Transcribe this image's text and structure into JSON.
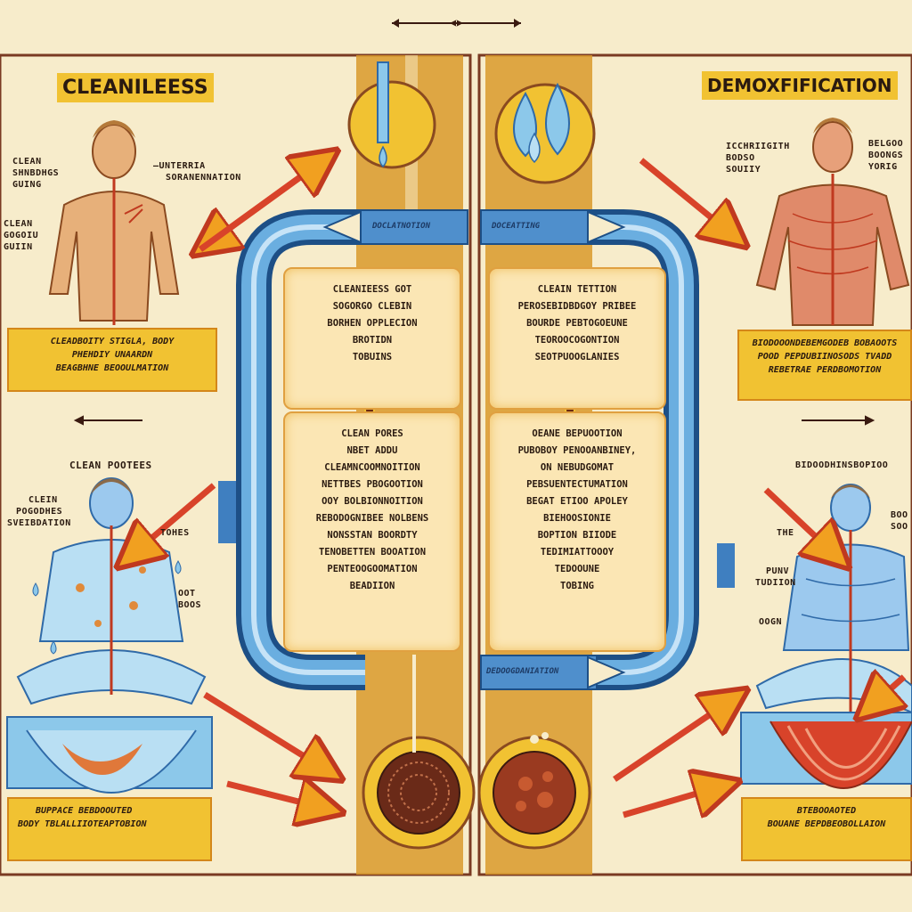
{
  "header": {
    "left_title": "CLEANILEESS",
    "right_title": "DEMOXFIFICATION"
  },
  "left_top": {
    "labels_a": [
      "CLEAN",
      "SHNBDHGS",
      "GUING"
    ],
    "labels_b": [
      "CLEAN",
      "GOGOIU",
      "GUIIN"
    ],
    "labels_c": [
      "—UNTERRIA",
      "SORANENNATION"
    ],
    "band": [
      "CLEADBOITY STIGLA, BODY",
      "PHEHDIY UNAARDN",
      "BEAGBHNE BEOOULMATION"
    ]
  },
  "right_top": {
    "labels_a": [
      "ICCHRIIGITH",
      "BODSO",
      "SOUIIY"
    ],
    "labels_b": [
      "BELGOO",
      "BOONGS",
      "YORIG"
    ],
    "band": [
      "BIODOOONDEBEMGODEB BOBAOOTS",
      "POOD PEPDUBIINOSODS TVADD",
      "REBETRAE PERDBOMOTION"
    ]
  },
  "left_bottom": {
    "heading": "CLEAN POOTEES",
    "labels_a": [
      "CLEIN",
      "POGODHES",
      "SVEIBDATION"
    ],
    "labels_b": [
      "TOHES"
    ],
    "labels_c": [
      "OOT",
      "BOOS"
    ],
    "band": [
      "BUPPACE BEBDOOUTED",
      "BODY TBLALLIIOTEAPTOBION"
    ]
  },
  "right_bottom": {
    "heading": "BIDOODHINSBOPIOO",
    "labels_a": [
      "THE"
    ],
    "labels_b": [
      "PUNV",
      "TUDIION"
    ],
    "labels_c": [
      "OOGN"
    ],
    "labels_d": [
      "BOO",
      "SOO"
    ],
    "band": [
      "BTEBOOAOTED",
      "BOUANE BEPDBEOBOLLAION"
    ]
  },
  "center": {
    "pipe_top_left": "DOCLATNOTION",
    "pipe_top_right": "DOCEATTING",
    "pipe_bottom": "DEDOOGDANIATION",
    "card_tl": [
      "CLEANIEESS GOT",
      "SOGORGO CLEBIN",
      "BORHEN OPPLECION",
      "BROTIDN",
      "TOBUINS"
    ],
    "card_tr": [
      "CLEAIN TETTION",
      "PEROSEBIDBDGOY PRIBEE",
      "BOURDE PEBTOGOEUNE",
      "TEOROOCOGONTION",
      "SEOTPUOOGLANIES"
    ],
    "card_bl": [
      "CLEAN PORES",
      "NBET ADDU",
      "CLEAMNCOOMNOITION",
      "NETTBES PBOGOOTION",
      "OOY BOLBIONNOITION",
      "REBODOGNIBEE NOLBENS",
      "NONSSTAN BOORDTY",
      "TENOBETTEN BOOATION",
      "PENTEOOGOOMATION",
      "BEADIION"
    ],
    "card_br": [
      "OEANE BEPUOOTION",
      "PUBOBOY PENOOANBINEY,",
      "ON NEBUDGOMAT",
      "PEBSUENTECTUMATION",
      "BEGAT ETIOO APOLEY",
      "BIEHOOSIONIE",
      "BOPTION BIIODE",
      "TEDIMIATTOOOY",
      "TEDOOUNE",
      "TOBING"
    ]
  },
  "colors": {
    "background": "#f7eccb",
    "yellow": "#f1c232",
    "orange_column": "#d99a2b",
    "pipe_blue": "#3f7fc0",
    "arrow_red": "#d8432a",
    "skin": "#e7b07a",
    "water_blue": "#8cc8ea"
  }
}
